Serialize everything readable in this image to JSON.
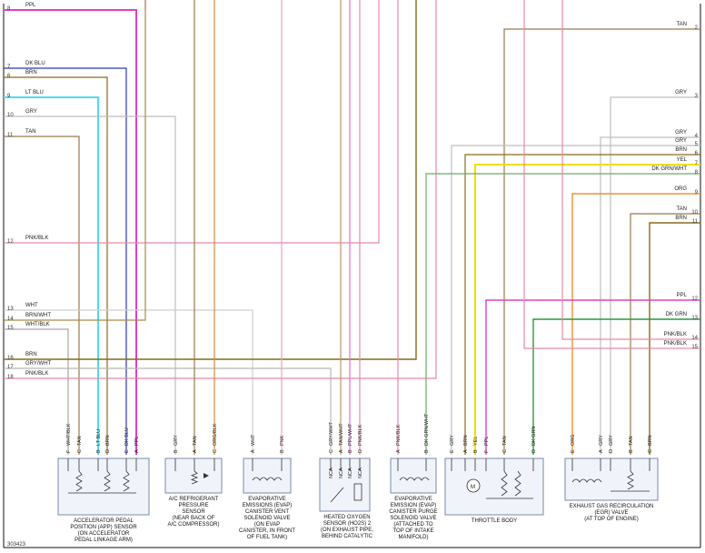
{
  "diagram_id": "303423",
  "colors": {
    "PPL": "#e040c8",
    "DKBLU": "#2b3aa8",
    "BRN": "#8a6a1a",
    "LTBLU": "#4fdcee",
    "GRY": "#bdbdbd",
    "TAN": "#9a7a4a",
    "PNKBLK": "#e88aa8",
    "WHT": "#cfcfcf",
    "BRNWHT": "#a88a4a",
    "WHTBLK": "#a8a8a8",
    "GRYWHT": "#b8b8b8",
    "ORGBLK": "#d98a40",
    "TANWHT": "#b89a6a",
    "DKGRNWHT": "#6aaa6a",
    "YEL": "#f0e000",
    "ORG": "#f09030",
    "DKGRN": "#2a9a3a",
    "PNK": "#f0a0b8",
    "BLK": "#222222"
  },
  "left_wires": [
    {
      "num": "8",
      "label": "PPL"
    },
    {
      "num": "7",
      "label": "DK BLU"
    },
    {
      "num": "6",
      "label": "BRN"
    },
    {
      "num": "9",
      "label": "LT BLU"
    },
    {
      "num": "10",
      "label": "GRY"
    },
    {
      "num": "11",
      "label": "TAN"
    },
    {
      "num": "12",
      "label": "PNK/BLK"
    },
    {
      "num": "13",
      "label": "WHT"
    },
    {
      "num": "14",
      "label": "BRN/WHT"
    },
    {
      "num": "15",
      "label": "WHT/BLK"
    },
    {
      "num": "16",
      "label": "BRN"
    },
    {
      "num": "17",
      "label": "GRY/WHT"
    },
    {
      "num": "18",
      "label": "PNK/BLK"
    }
  ],
  "right_wires": [
    {
      "num": "2",
      "label": "TAN"
    },
    {
      "num": "3",
      "label": "GRY"
    },
    {
      "num": "4",
      "label": "GRY"
    },
    {
      "num": "5",
      "label": "GRY"
    },
    {
      "num": "6",
      "label": "BRN"
    },
    {
      "num": "7",
      "label": "YEL"
    },
    {
      "num": "8",
      "label": "DK GRN/WHT"
    },
    {
      "num": "9",
      "label": "ORG"
    },
    {
      "num": "10",
      "label": "TAN"
    },
    {
      "num": "11",
      "label": "BRN"
    },
    {
      "num": "12",
      "label": "PPL"
    },
    {
      "num": "13",
      "label": "DK GRN"
    },
    {
      "num": "14",
      "label": "PNK/BLK"
    },
    {
      "num": "15",
      "label": "PNK/BLK"
    }
  ],
  "components": [
    {
      "name": "app-sensor",
      "pins": [
        {
          "pin": "F",
          "wire": "WHT/BLK"
        },
        {
          "pin": "C",
          "wire": "TAN"
        },
        {
          "pin": "B",
          "wire": "LT BLU"
        },
        {
          "pin": "D",
          "wire": "BRN"
        },
        {
          "pin": "E",
          "wire": "DK BLU"
        },
        {
          "pin": "A",
          "wire": "PPL"
        }
      ],
      "caption": [
        "ACCELERATOR PEDAL",
        "POSITION (APP) SENSOR",
        "(ON ACCELERATOR",
        "PEDAL LINKAGE ARM)"
      ]
    },
    {
      "name": "ac-pressure-sensor",
      "pins": [
        {
          "pin": "B",
          "wire": "GRY"
        },
        {
          "pin": "A",
          "wire": "TAN"
        },
        {
          "pin": "C",
          "wire": "ORG/BLK"
        }
      ],
      "caption": [
        "A/C REFRIGERANT",
        "PRESSURE",
        "SENSOR",
        "(NEAR BACK OF",
        "A/C COMPRESSOR)"
      ]
    },
    {
      "name": "evap-vent-valve",
      "pins": [
        {
          "pin": "A",
          "wire": "WHT"
        },
        {
          "pin": "B",
          "wire": "PNK"
        }
      ],
      "caption": [
        "EVAPORATIVE",
        "EMISSIONS (EVAP)",
        "CANISTER VENT",
        "SOLENOID VALVE",
        "(ON EVAP",
        "CANISTER, IN FRONT",
        "OF FUEL TANK)"
      ]
    },
    {
      "name": "ho2s-2",
      "pins": [
        {
          "pin": "C",
          "wire": "GRY/WHT"
        },
        {
          "pin": "A",
          "wire": "TAN/WHT"
        },
        {
          "pin": "B",
          "wire": "PPL/WHT"
        },
        {
          "pin": "D",
          "wire": "PNK/BLK"
        }
      ],
      "pin_tags": [
        "NCA",
        "NCA",
        "NCA",
        "NCA"
      ],
      "caption": [
        "HEATED OXYGEN",
        "SENSOR (HO2S) 2",
        "(ON EXHAUST PIPE,",
        "BEHIND CATALYTIC"
      ]
    },
    {
      "name": "evap-purge-valve",
      "pins": [
        {
          "pin": "A",
          "wire": "PNK/BLK"
        },
        {
          "pin": "B",
          "wire": "DK GRN/WHT"
        }
      ],
      "caption": [
        "EVAPORATIVE",
        "EMISSION (EVAP)",
        "CANISTER PURGE",
        "SOLENOID VALVE",
        "(ATTACHED TO",
        "TOP OF INTAKE",
        "MANIFOLD)"
      ]
    },
    {
      "name": "throttle-body",
      "pins": [
        {
          "pin": "E",
          "wire": "GRY"
        },
        {
          "pin": "A",
          "wire": "BRN"
        },
        {
          "pin": "B",
          "wire": "YEL"
        },
        {
          "pin": "F",
          "wire": "PPL"
        },
        {
          "pin": "C",
          "wire": "TAN"
        },
        {
          "pin": "D",
          "wire": "DK GRN"
        }
      ],
      "caption": [
        "THROTTLE BODY"
      ]
    },
    {
      "name": "egr-valve",
      "pins": [
        {
          "pin": "E",
          "wire": "ORG"
        },
        {
          "pin": "A",
          "wire": "GRY"
        },
        {
          "pin": "D",
          "wire": "GRY"
        },
        {
          "pin": "B",
          "wire": "TAN"
        },
        {
          "pin": "C",
          "wire": "BRN"
        }
      ],
      "caption": [
        "EXHAUST GAS RECIRCULATION",
        "(EGR) VALVE",
        "(AT TOP OF ENGINE)"
      ]
    }
  ],
  "motor_symbol": "M"
}
